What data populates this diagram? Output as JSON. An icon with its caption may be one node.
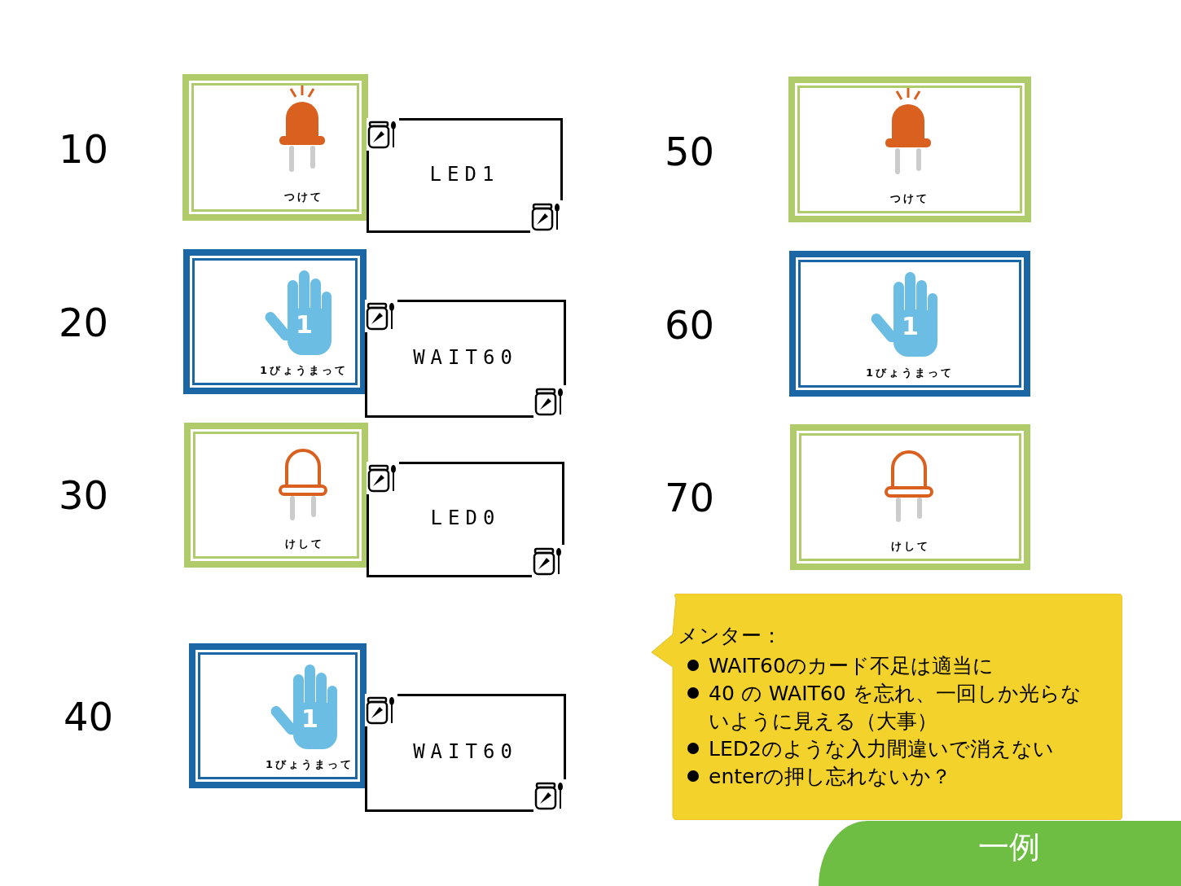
{
  "diagram": {
    "nodes": [
      {
        "text": [
          "つけて"
        ]
      },
      {
        "text": [
          "LED1"
        ]
      },
      {
        "text": [
          "つけて"
        ]
      },
      {
        "text": [
          "1",
          "1びょうまって"
        ]
      },
      {
        "text": [
          "WAIT60"
        ]
      },
      {
        "text": [
          "1",
          "1びょうまって"
        ]
      },
      {
        "text": [
          "けして"
        ]
      },
      {
        "text": [
          "LED0"
        ]
      },
      {
        "text": [
          "けして"
        ]
      },
      {
        "text": [
          "メンター：",
          "WAIT60のカード不足は適当に",
          "40 の WAIT60 を忘れ、一回しか光らないように見える（大事）",
          "LED2のような入力間違いで消えない",
          "enterの押し忘れないか？"
        ]
      },
      {
        "text": [
          "1",
          "1びょうまって"
        ]
      },
      {
        "text": [
          "WAIT60"
        ]
      },
      {
        "text": [
          "一例"
        ]
      }
    ],
    "labels": [
      "10",
      "50",
      "20",
      "60",
      "30",
      "70",
      "40"
    ]
  }
}
